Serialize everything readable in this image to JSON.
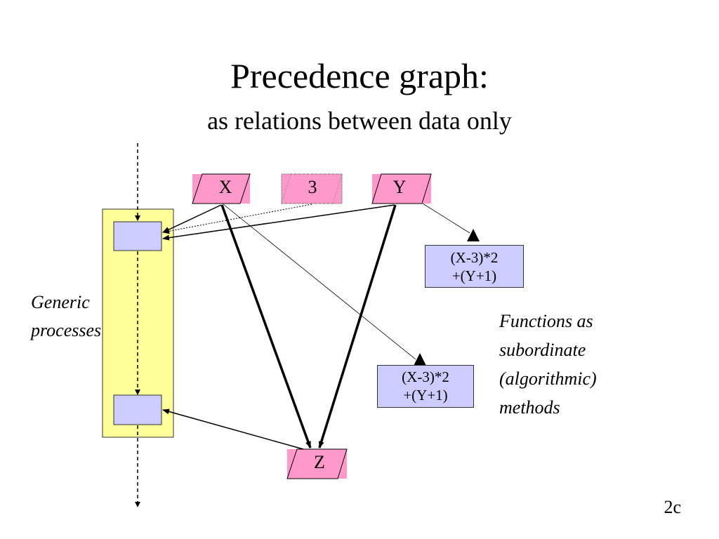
{
  "title": "Precedence graph:",
  "subtitle": "as relations between data only",
  "nodes": {
    "x": "X",
    "three": "3",
    "y": "Y",
    "z": "Z"
  },
  "function_boxes": [
    {
      "line1": "(X-3)*2",
      "line2": "+(Y+1)"
    },
    {
      "line1": "(X-3)*2",
      "line2": "+(Y+1)"
    }
  ],
  "labels": {
    "generic_line1": "Generic",
    "generic_line2": "processes",
    "functions_line1": "Functions as",
    "functions_line2": "subordinate",
    "functions_line3": "(algorithmic)",
    "functions_line4": "methods"
  },
  "slide_number": "2c",
  "colors": {
    "data_node": "#ff99cc",
    "process_box": "#ccccff",
    "process_lane": "#ffff99"
  }
}
